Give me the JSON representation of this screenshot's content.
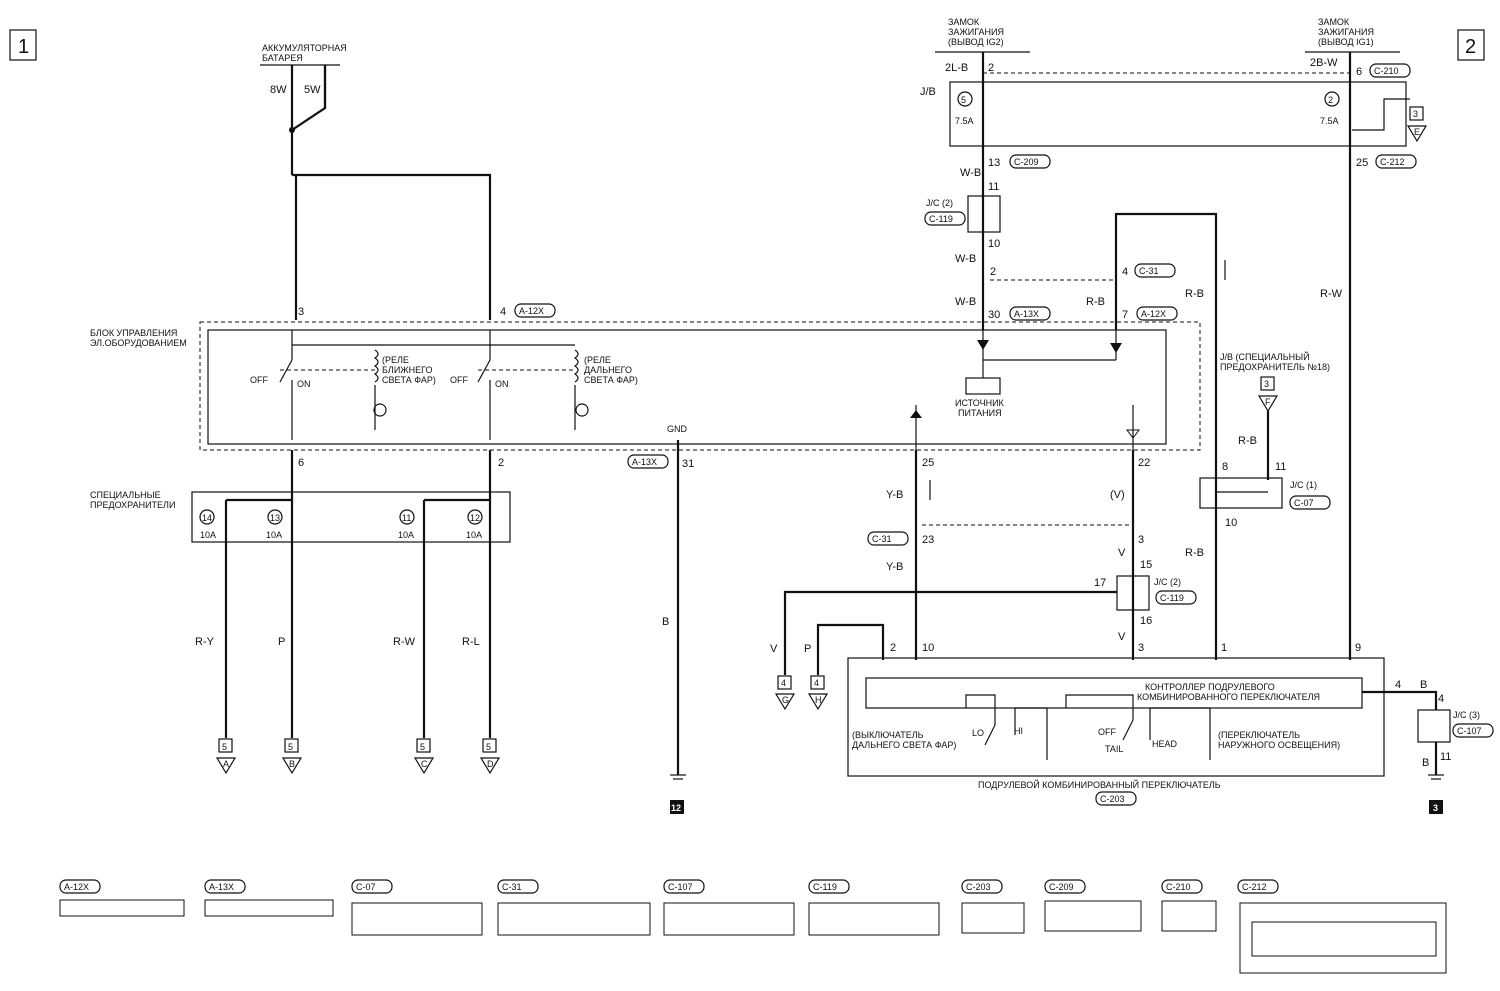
{
  "pages": {
    "left": "1",
    "right": "2"
  },
  "labels": {
    "battery": [
      "АККУМУЛЯТОРНАЯ",
      "БАТАРЕЯ"
    ],
    "ig2": [
      "ЗАМОК",
      "ЗАЖИГАНИЯ",
      "(ВЫВОД IG2)"
    ],
    "ig1": [
      "ЗАМОК",
      "ЗАЖИГАНИЯ",
      "(ВЫВОД IG1)"
    ],
    "control_unit": [
      "БЛОК УПРАВЛЕНИЯ",
      "ЭЛ.ОБОРУДОВАНИЕМ"
    ],
    "relay_low": [
      "(РЕЛЕ",
      "БЛИЖНЕГО",
      "СВЕТА ФАР)"
    ],
    "relay_high": [
      "(РЕЛЕ",
      "ДАЛЬНЕГО",
      "СВЕТА ФАР)"
    ],
    "power_source": [
      "ИСТОЧНИК",
      "ПИТАНИЯ"
    ],
    "special_fuses": [
      "СПЕЦИАЛЬНЫЕ",
      "ПРЕДОХРАНИТЕЛИ"
    ],
    "jb_special": [
      "J/B (СПЕЦИАЛЬНЫЙ",
      "ПРЕДОХРАНИТЕЛЬ №18)"
    ],
    "controller": [
      "КОНТРОЛЛЕР ПОДРУЛЕВОГО",
      "КОМБИНИРОВАННОГО ПЕРЕКЛЮЧАТЕЛЯ"
    ],
    "high_beam_switch": [
      "(ВЫКЛЮЧАТЕЛЬ",
      "ДАЛЬНЕГО СВЕТА ФАР)"
    ],
    "light_switch": [
      "(ПЕРЕКЛЮЧАТЕЛЬ",
      "НАРУЖНОГО ОСВЕЩЕНИЯ)"
    ],
    "combo_switch": "ПОДРУЛЕВОЙ КОМБИНИРОВАННЫЙ ПЕРЕКЛЮЧАТЕЛЬ",
    "jb": "J/B",
    "jc2": "J/C (2)",
    "jc1": "J/C (1)",
    "jc3": "J/C (3)",
    "off": "OFF",
    "on": "ON",
    "lo": "LO",
    "hi": "HI",
    "tail": "TAIL",
    "head": "HEAD",
    "gnd": "GND",
    "fuse_75": "7.5A",
    "fuse_10": "10A"
  },
  "wires": {
    "w8": "8W",
    "w5": "5W",
    "w2lb": "2L-B",
    "w2bw": "2B-W",
    "wb": "W-B",
    "rb": "R-B",
    "rw": "R-W",
    "yb": "Y-B",
    "v": "V",
    "vp": "(V)",
    "p": "P",
    "b": "B",
    "ry": "R-Y",
    "rw2": "R-W",
    "rl": "R-L"
  },
  "connectors": {
    "a12x": "A-12X",
    "a13x": "A-13X",
    "c07": "C-07",
    "c31": "C-31",
    "c107": "C-107",
    "c119": "C-119",
    "c203": "C-203",
    "c209": "C-209",
    "c210": "C-210",
    "c212": "C-212"
  },
  "pins": {
    "p2": "2",
    "p6": "6",
    "p13": "13",
    "p11": "11",
    "p10": "10",
    "p25": "25",
    "p4": "4",
    "p30": "30",
    "p7": "7",
    "p3": "3",
    "p31": "31",
    "p22": "22",
    "p23": "23",
    "p15": "15",
    "p17": "17",
    "p16": "16",
    "p8": "8",
    "p1": "1",
    "p9": "9",
    "f5": "5",
    "f2": "2",
    "f14": "14",
    "f13": "13",
    "f11": "11",
    "f12": "12"
  },
  "refs": {
    "r5": "5",
    "r3": "3",
    "r4": "4",
    "rA": "A",
    "rB": "B",
    "rC": "C",
    "rD": "D",
    "rE": "E",
    "rF": "F",
    "rG": "G",
    "rH": "H",
    "ground12": "12",
    "ground3": "3"
  }
}
